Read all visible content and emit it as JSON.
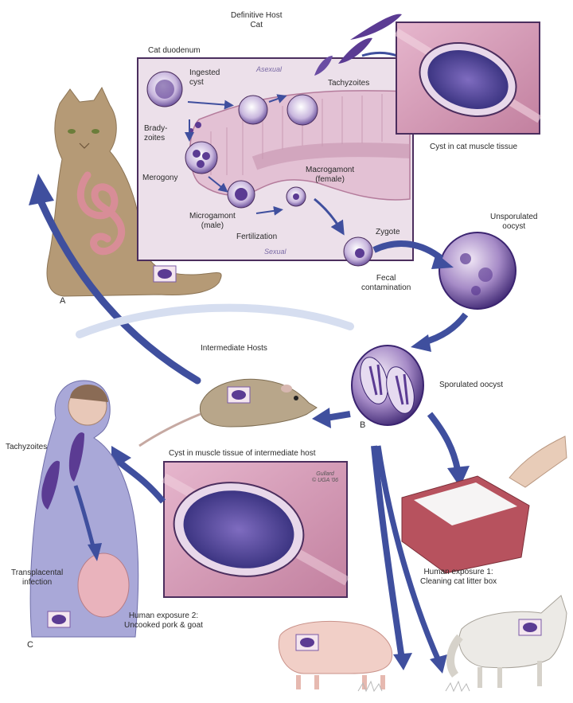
{
  "title": {
    "line1": "Definitive Host",
    "line2": "Cat"
  },
  "labels": {
    "cat_duodenum": "Cat duodenum",
    "ingested_cyst": {
      "line1": "Ingested",
      "line2": "cyst"
    },
    "asexual": "Asexual",
    "tachyzoites_top": "Tachyzoites",
    "bradyzoites": {
      "line1": "Brady-",
      "line2": "zoites"
    },
    "merogony": "Merogony",
    "macrogamont": {
      "line1": "Macrogamont",
      "line2": "(female)"
    },
    "microgamont": {
      "line1": "Microgamont",
      "line2": "(male)"
    },
    "fertilization": "Fertilization",
    "sexual": "Sexual",
    "zygote": "Zygote",
    "cyst_cat_muscle": "Cyst in cat muscle tissue",
    "unsporulated": {
      "line1": "Unsporulated",
      "line2": "oocyst"
    },
    "fecal": {
      "line1": "Fecal",
      "line2": "contamination"
    },
    "label_a": "A",
    "intermediate_hosts": "Intermediate  Hosts",
    "sporulated": "Sporulated oocyst",
    "label_b": "B",
    "tachyzoites_left": "Tachyzoites",
    "cyst_intermediate": "Cyst in muscle tissue of intermediate host",
    "signature": {
      "line1": "Gullard",
      "line2": "© UGA '06"
    },
    "transplacental": {
      "line1": "Transplacental",
      "line2": "infection"
    },
    "label_c": "C",
    "exposure2": {
      "line1": "Human exposure 2:",
      "line2": "Uncooked pork & goat"
    },
    "exposure1": {
      "line1": "Human exposure 1:",
      "line2": "Cleaning cat litter box"
    }
  },
  "colors": {
    "arrow": "#3f4f9e",
    "parasite": "#5b3b93",
    "panel": "#ece0ea",
    "tissue": "#d9a7c2",
    "cat": "#b59a76",
    "rat": "#b8a68a",
    "woman_dress": "#a9a8d8",
    "litter_box": "#b7525e",
    "pig": "#f1cfc7",
    "goat": "#eceae6"
  },
  "icons": [
    "cat-illustration",
    "rat-illustration",
    "pregnant-woman-illustration",
    "litter-box-illustration",
    "pig-illustration",
    "goat-illustration",
    "oocyst-icon",
    "tissue-cyst-icon"
  ]
}
